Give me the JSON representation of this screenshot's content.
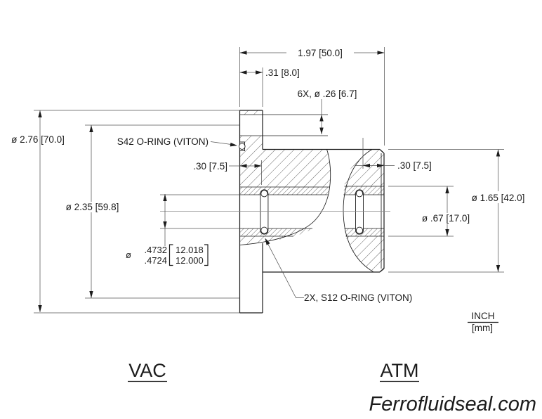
{
  "drawing": {
    "dims": {
      "overall_length": "1.97 [50.0]",
      "flange_thickness": ".31 [8.0]",
      "bolt_holes": "6X, ø .26 [6.7]",
      "flange_od": "ø 2.76 [70.0]",
      "bolt_circle": "ø 2.35 [59.8]",
      "oring_depth_vac": ".30 [7.5]",
      "oring_depth_atm": ".30 [7.5]",
      "body_od": "ø 1.65 [42.0]",
      "bore_dia": "ø .67 [17.0]",
      "shaft_bore": {
        "symbol": "ø",
        "inch_upper": ".4732",
        "inch_lower": ".4724",
        "mm_upper": "12.018",
        "mm_lower": "12.000"
      }
    },
    "callouts": {
      "face_oring": "S42 O-RING (VITON)",
      "shaft_orings": "2X, S12 O-RING (VITON)"
    },
    "units": {
      "primary": "INCH",
      "secondary": "[mm]"
    },
    "labels": {
      "left_side": "VAC",
      "right_side": "ATM"
    },
    "brand": "Ferrofluidseal.com",
    "colors": {
      "line": "#1c1c1c",
      "background": "#ffffff"
    }
  }
}
